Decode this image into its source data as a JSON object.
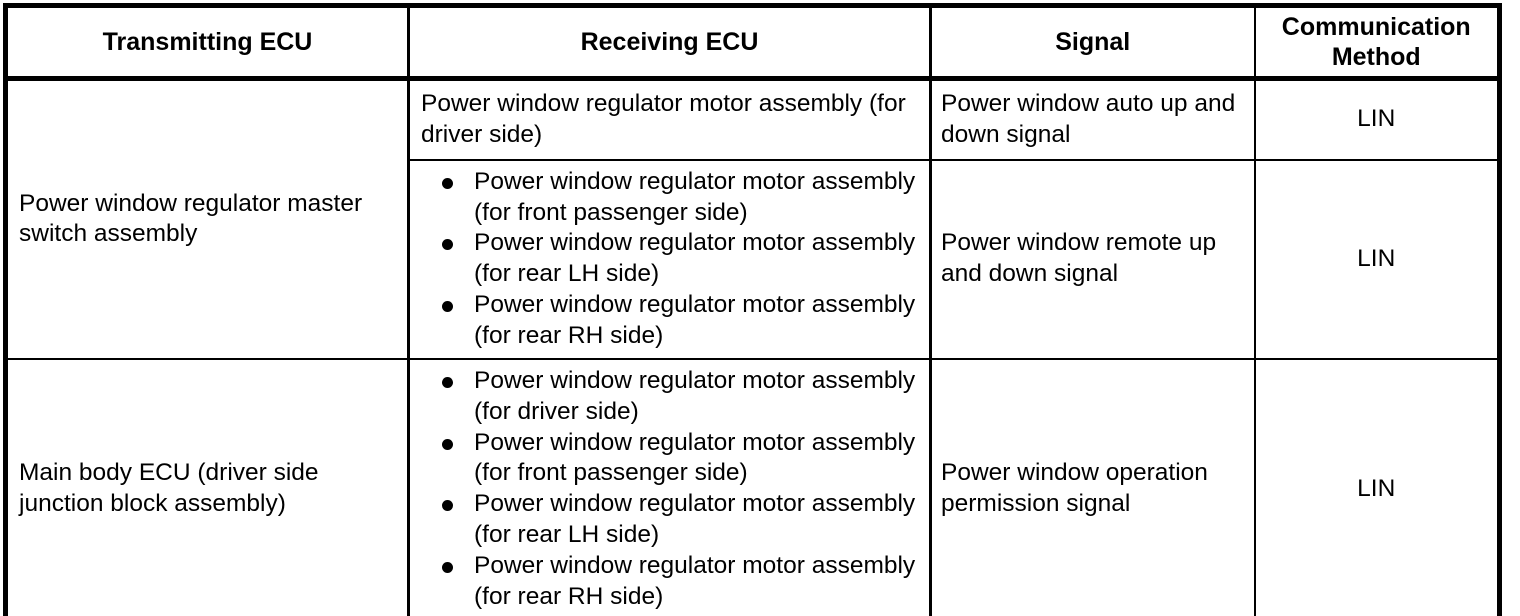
{
  "table": {
    "columns": [
      {
        "key": "transmitting",
        "label": "Transmitting ECU"
      },
      {
        "key": "receiving",
        "label": "Receiving ECU"
      },
      {
        "key": "signal",
        "label": "Signal"
      },
      {
        "key": "method",
        "label": "Communication Method"
      }
    ],
    "groups": [
      {
        "transmitting": "Power window regulator master switch assembly",
        "rows": [
          {
            "receiving_plain": "Power window regulator motor assembly (for driver side)",
            "receiving_bullets": [],
            "signal": "Power window auto up and down signal",
            "method": "LIN"
          },
          {
            "receiving_plain": "",
            "receiving_bullets": [
              "Power window regulator motor assembly (for front passenger side)",
              "Power window regulator motor assembly (for rear LH side)",
              "Power window regulator motor assembly (for rear RH side)"
            ],
            "signal": "Power window remote up and down signal",
            "method": "LIN"
          }
        ]
      },
      {
        "transmitting": "Main body ECU (driver side junction block assembly)",
        "rows": [
          {
            "receiving_plain": "",
            "receiving_bullets": [
              "Power window regulator motor assembly (for driver side)",
              "Power window regulator motor assembly (for front passenger side)",
              "Power window regulator motor assembly (for rear LH side)",
              "Power window regulator motor assembly (for rear RH side)"
            ],
            "signal": "Power window operation permission signal",
            "method": "LIN"
          }
        ]
      }
    ]
  },
  "colors": {
    "border": "#000000",
    "text": "#000000",
    "background": "#ffffff"
  }
}
